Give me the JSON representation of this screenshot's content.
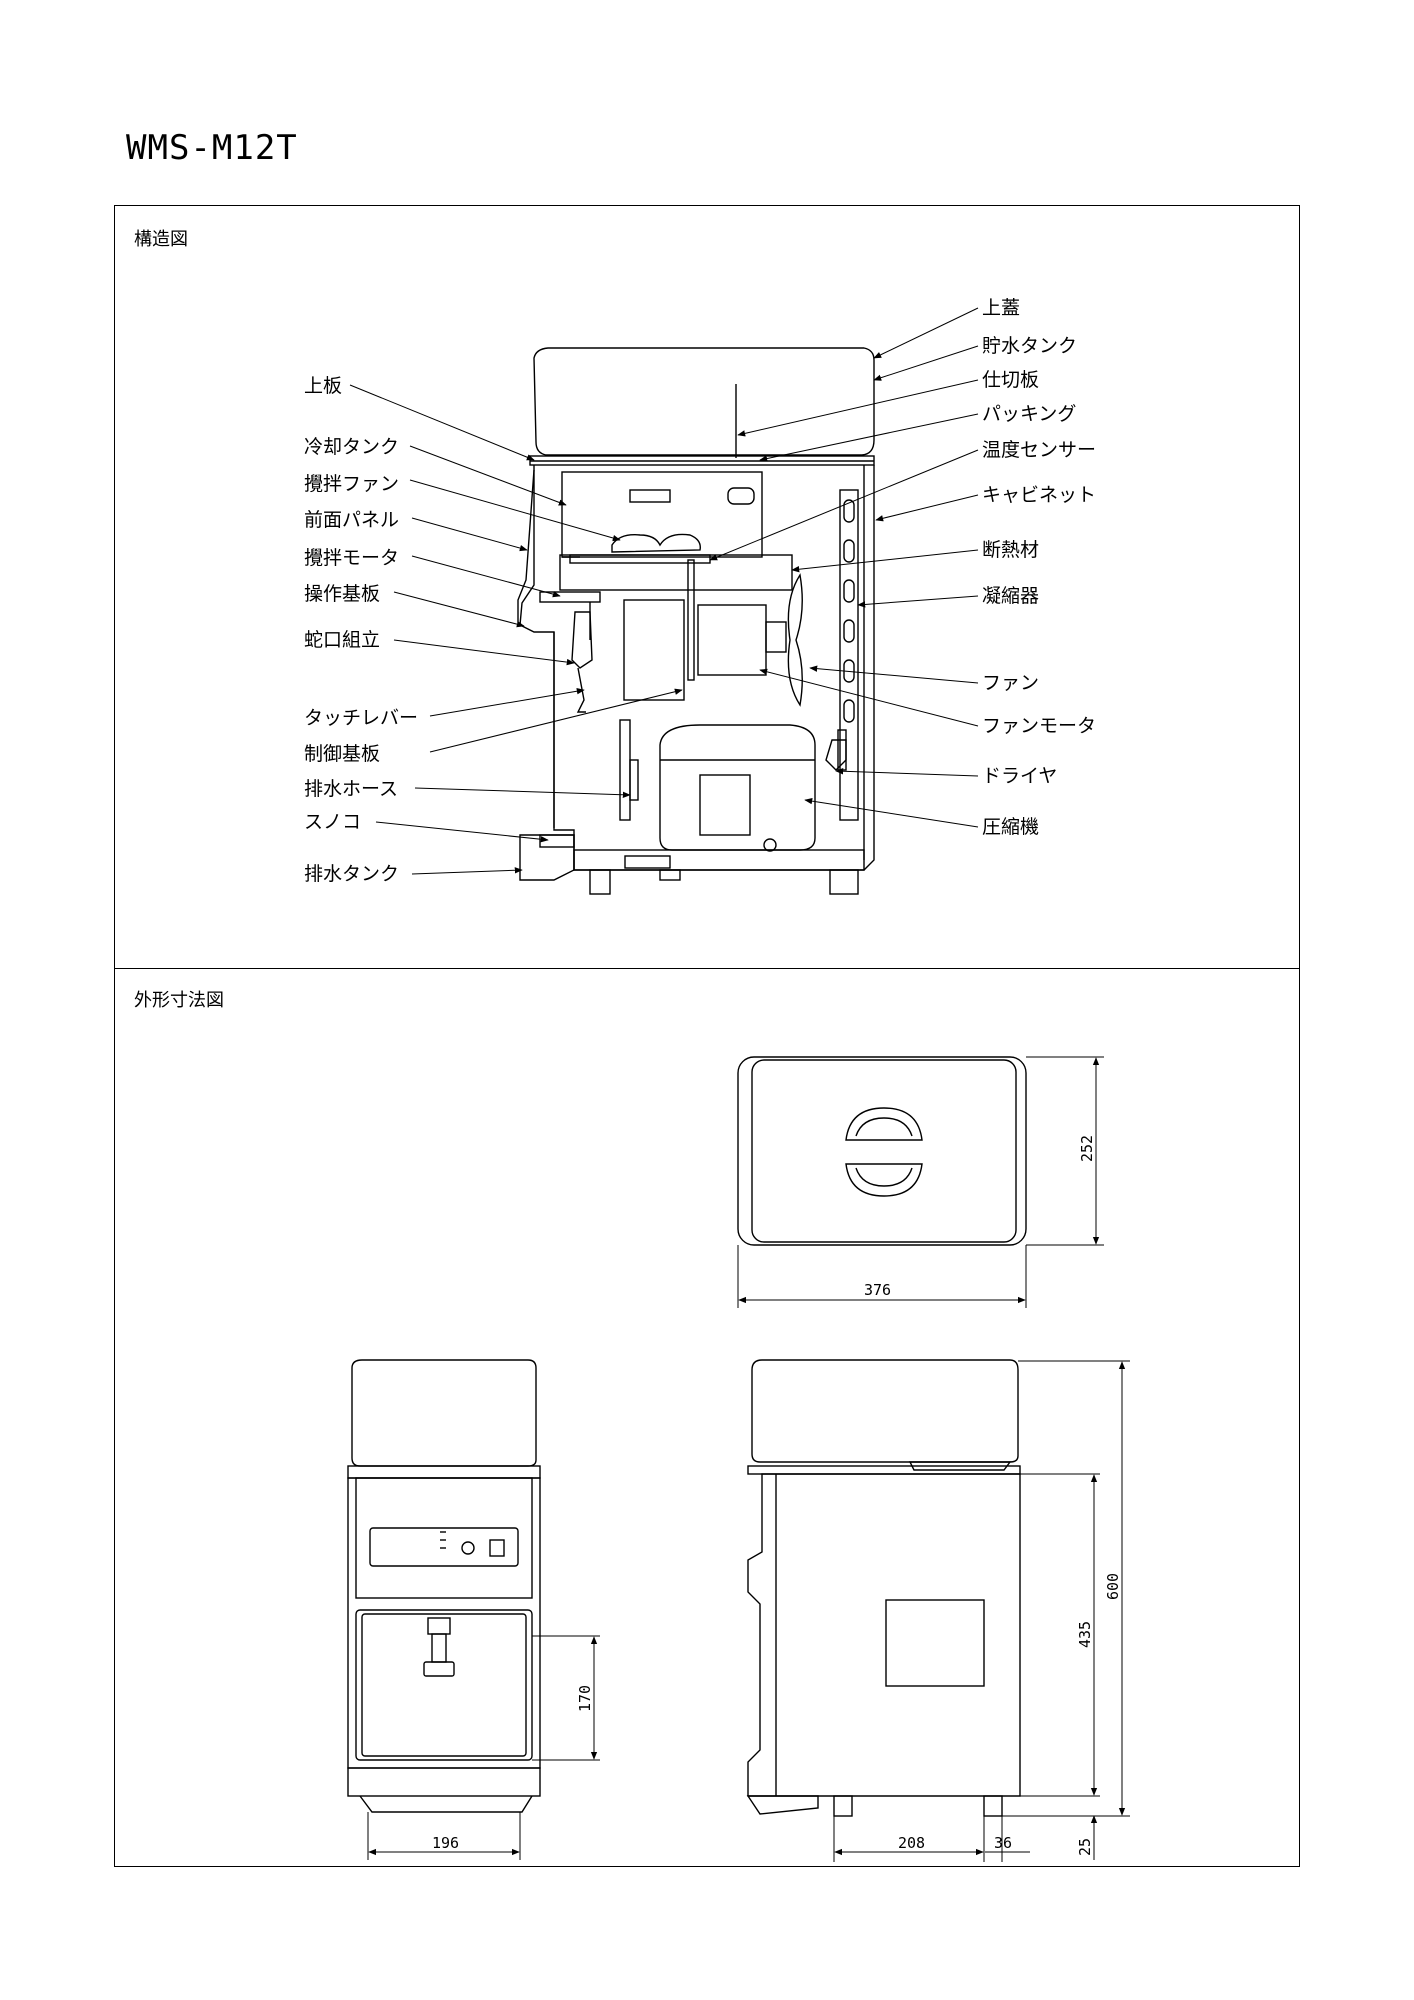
{
  "title": "WMS-M12T",
  "sections": {
    "structure": "構造図",
    "dimensions": "外形寸法図"
  },
  "labels_left": [
    "上板",
    "冷却タンク",
    "攪拌ファン",
    "前面パネル",
    "攪拌モータ",
    "操作基板",
    "蛇口組立",
    "タッチレバー",
    "制御基板",
    "排水ホース",
    "スノコ",
    "排水タンク"
  ],
  "labels_right": [
    "上蓋",
    "貯水タンク",
    "仕切板",
    "パッキング",
    "温度センサー",
    "キャビネット",
    "断熱材",
    "凝縮器",
    "ファン",
    "ファンモータ",
    "ドライヤ",
    "圧縮機"
  ],
  "dimensions": {
    "top_width": "376",
    "top_depth": "252",
    "front_width": "196",
    "faucet_height": "170",
    "side_depth": "208",
    "side_offset": "36",
    "body_height": "435",
    "total_height": "600",
    "foot_height": "25"
  }
}
